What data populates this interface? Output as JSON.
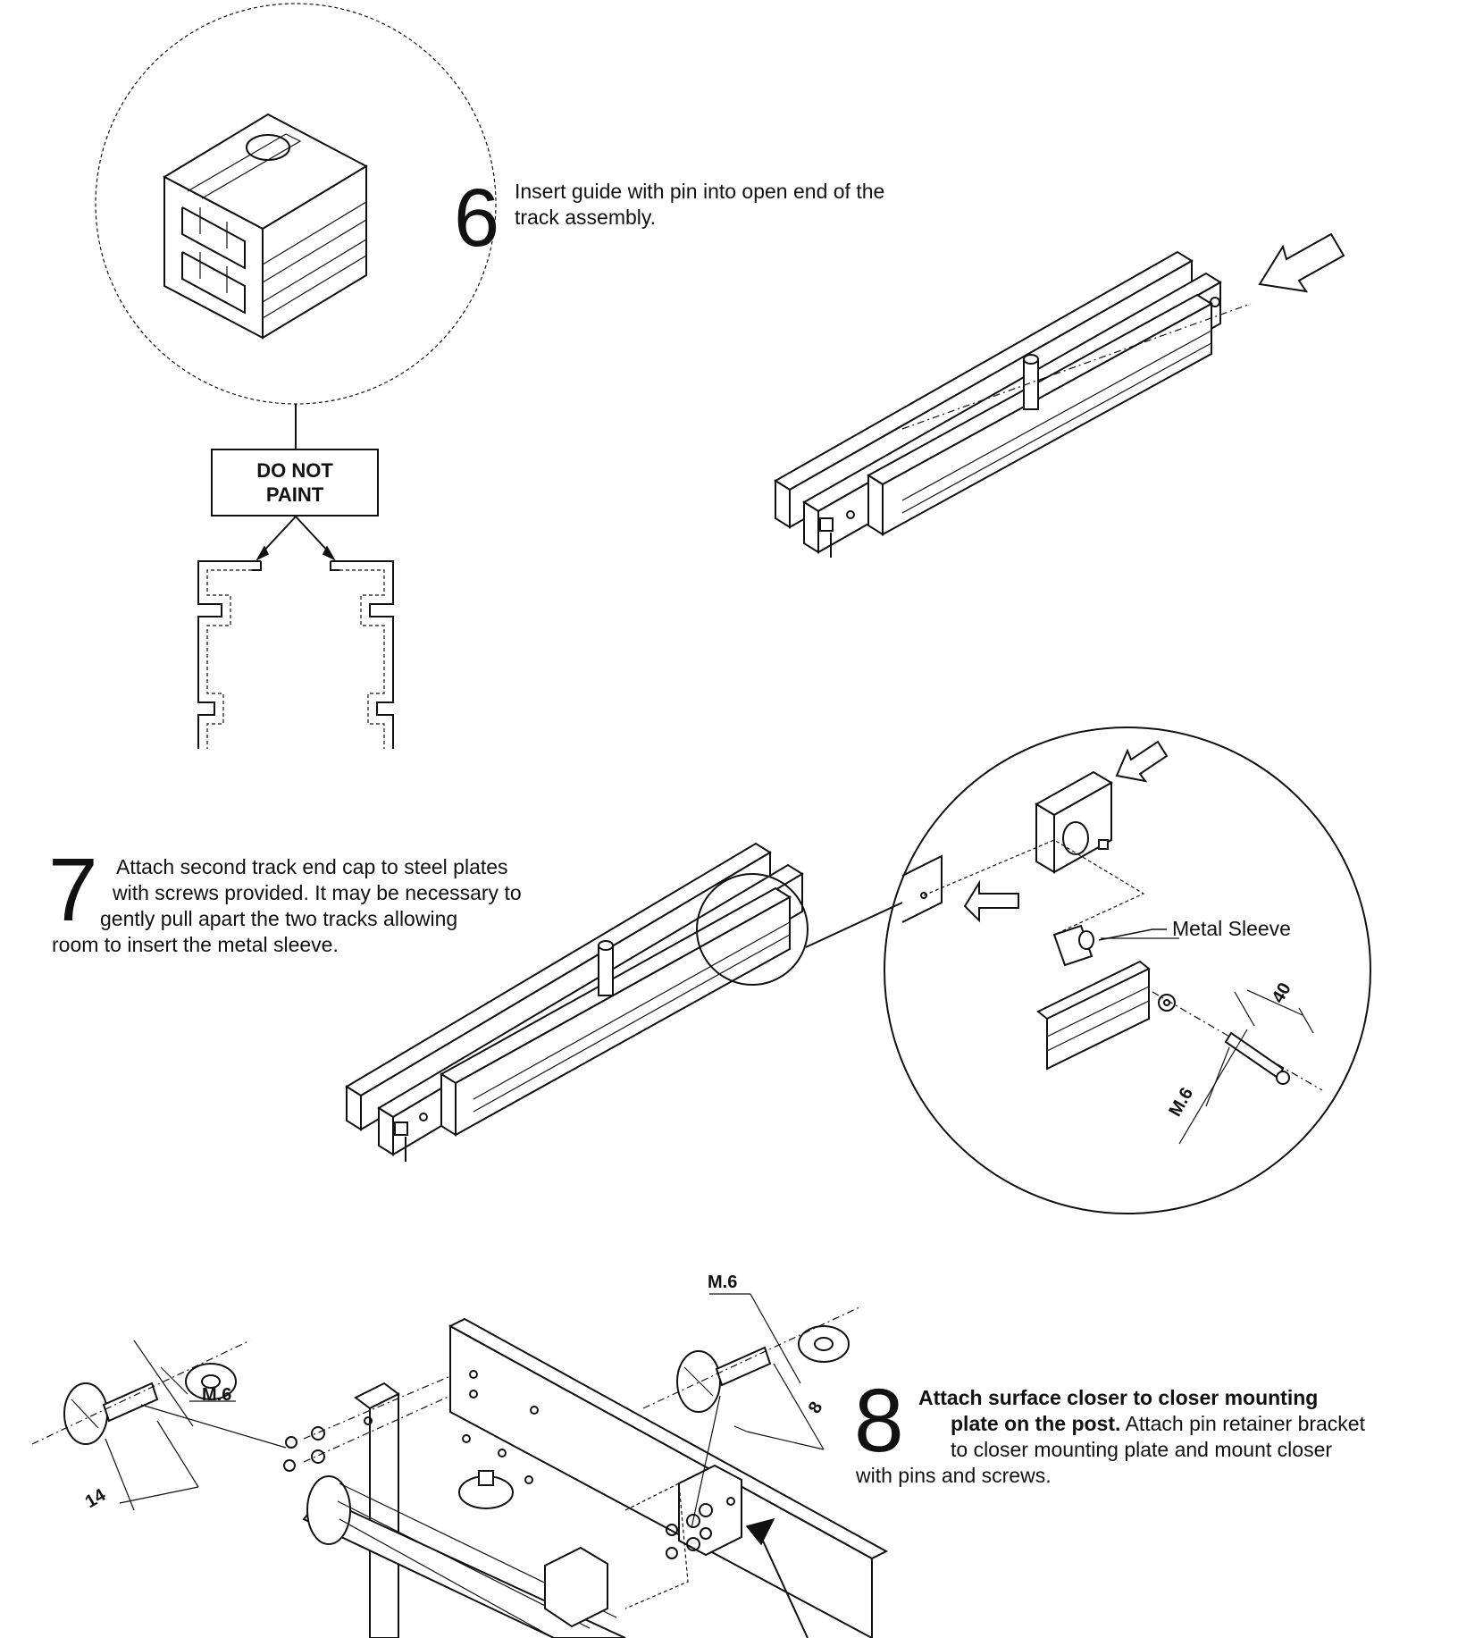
{
  "step6": {
    "number": "6",
    "line1": "Insert guide with pin into open end of the",
    "line2": "track assembly."
  },
  "paint_label": {
    "line1": "DO NOT",
    "line2": "PAINT"
  },
  "step7": {
    "number": "7",
    "line1": "Attach second track end cap to steel plates",
    "line2": "with screws provided. It may be necessary to",
    "line3": "gently pull apart the two tracks allowing",
    "line4": "room to insert the metal sleeve."
  },
  "detail7": {
    "sleeve_label": "Metal Sleeve",
    "dim_length": "40",
    "dim_thread": "M.6"
  },
  "step8": {
    "number": "8",
    "bold_line1": "Attach surface closer to closer mounting",
    "bold_line2": "plate on the post.",
    "line2_rest": " Attach pin retainer bracket",
    "line3": "to closer mounting plate and mount closer",
    "line4": "with pins and screws.",
    "dim_left_thread": "M.6",
    "dim_left_length": "14",
    "dim_right_thread": "M.6",
    "dim_right_length": "8"
  }
}
